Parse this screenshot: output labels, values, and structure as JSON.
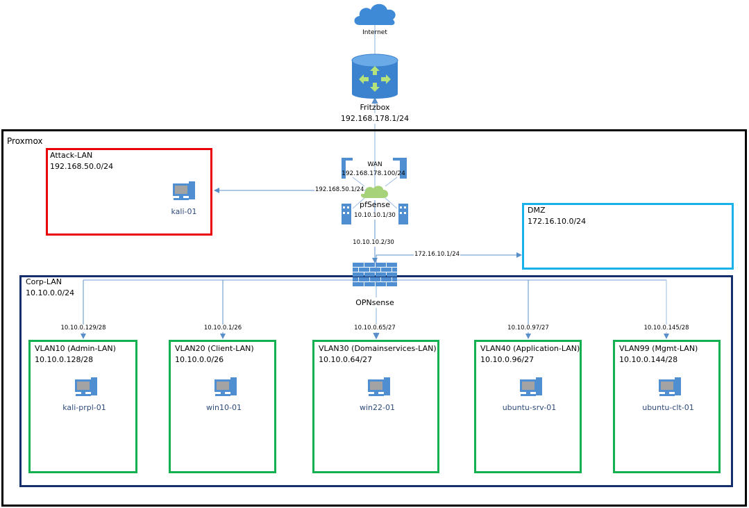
{
  "internet": {
    "label": "Internet"
  },
  "fritzbox": {
    "label": "Fritzbox",
    "ip": "192.168.178.1/24"
  },
  "proxmox": {
    "label": "Proxmox"
  },
  "pfsense": {
    "label": "pfSense",
    "wan_label": "WAN",
    "wan_ip": "192.168.178.100/24",
    "attack_ip": "192.168.50.1/24",
    "transit_ip": "10.10.10.1/30"
  },
  "opnsense": {
    "label": "OPNsense",
    "transit_ip": "10.10.10.2/30",
    "dmz_ip": "172.16.10.1/24"
  },
  "attack_lan": {
    "title": "Attack-LAN",
    "subnet": "192.168.50.0/24",
    "host": "kali-01"
  },
  "dmz": {
    "title": "DMZ",
    "subnet": "172.16.10.0/24"
  },
  "corp_lan": {
    "title": "Corp-LAN",
    "subnet": "10.10.0.0/24"
  },
  "vlans": [
    {
      "title": "VLAN10 (Admin-LAN)",
      "subnet": "10.10.0.128/28",
      "gateway": "10.10.0.129/28",
      "host": "kali-prpl-01"
    },
    {
      "title": "VLAN20 (Client-LAN)",
      "subnet": "10.10.0.0/26",
      "gateway": "10.10.0.1/26",
      "host": "win10-01"
    },
    {
      "title": "VLAN30 (Domainservices-LAN)",
      "subnet": "10.10.0.64/27",
      "gateway": "10.10.0.65/27",
      "host": "win22-01"
    },
    {
      "title": "VLAN40 (Application-LAN)",
      "subnet": "10.10.0.96/27",
      "gateway": "10.10.0.97/27",
      "host": "ubuntu-srv-01"
    },
    {
      "title": "VLAN99 (Mgmt-LAN)",
      "subnet": "10.10.0.144/28",
      "gateway": "10.10.0.145/28",
      "host": "ubuntu-clt-01"
    }
  ],
  "colors": {
    "proxmox_border": "#000000",
    "attack_border": "#e8000b",
    "dmz_border": "#1ab0ea",
    "corp_border": "#142f6b",
    "vlan_border": "#12b04f",
    "link": "#5b8fc9",
    "icon_blue": "#4f8fd1",
    "cloud_green": "#a6d27a"
  }
}
